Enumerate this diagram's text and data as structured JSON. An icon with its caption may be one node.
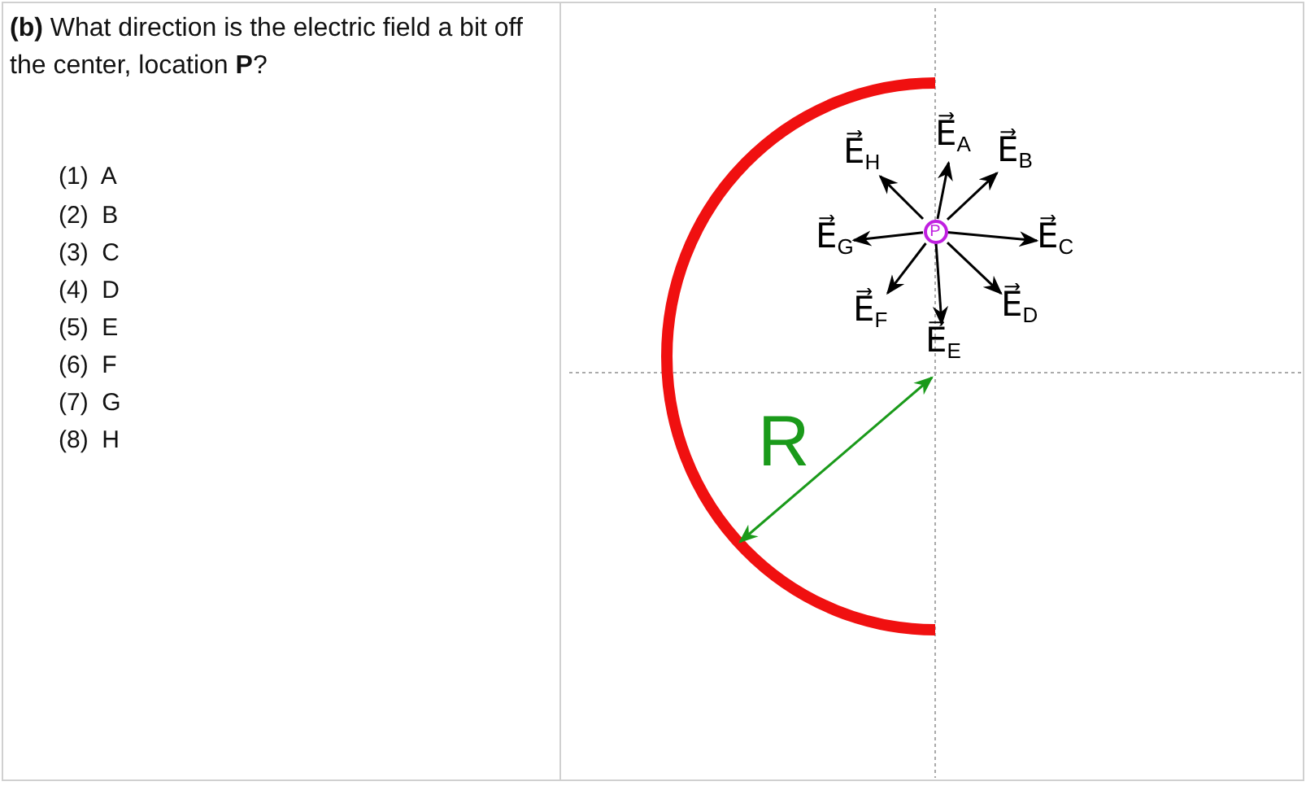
{
  "diagram": {
    "nodes": [
      {
        "text": [
          "P"
        ]
      },
      {
        "text": [
          "E⃗$_{A}$"
        ]
      },
      {
        "text": [
          "E⃗$_{B}$"
        ]
      },
      {
        "text": [
          "E⃗$_{C}$"
        ]
      },
      {
        "text": [
          "E⃗$_{D}$"
        ]
      },
      {
        "text": [
          "E⃗$_{E}$"
        ]
      },
      {
        "text": [
          "E⃗$_{F}$"
        ]
      },
      {
        "text": [
          "E⃗$_{G}$"
        ]
      },
      {
        "text": [
          "E⃗$_{H}$"
        ]
      }
    ],
    "edges": [
      {
        "from": 0,
        "to": 1,
        "arrow": "to"
      },
      {
        "from": 0,
        "to": 2,
        "arrow": "to"
      },
      {
        "from": 0,
        "to": 3,
        "arrow": "to"
      },
      {
        "from": 0,
        "to": 4,
        "arrow": "to"
      },
      {
        "from": 0,
        "to": 5,
        "arrow": "to"
      },
      {
        "from": 0,
        "to": 6,
        "arrow": "to"
      },
      {
        "from": 0,
        "to": 7,
        "arrow": "to"
      },
      {
        "from": 0,
        "to": 8,
        "arrow": "to"
      }
    ],
    "labels": [
      "**(b)** What direction is the electric field a bit off the center, location **P**?",
      "(1)  A",
      "(2)  B",
      "(3)  C",
      "(4)  D",
      "(5)  E",
      "(6)  F",
      "(7)  G",
      "(8)  H",
      "R"
    ]
  }
}
